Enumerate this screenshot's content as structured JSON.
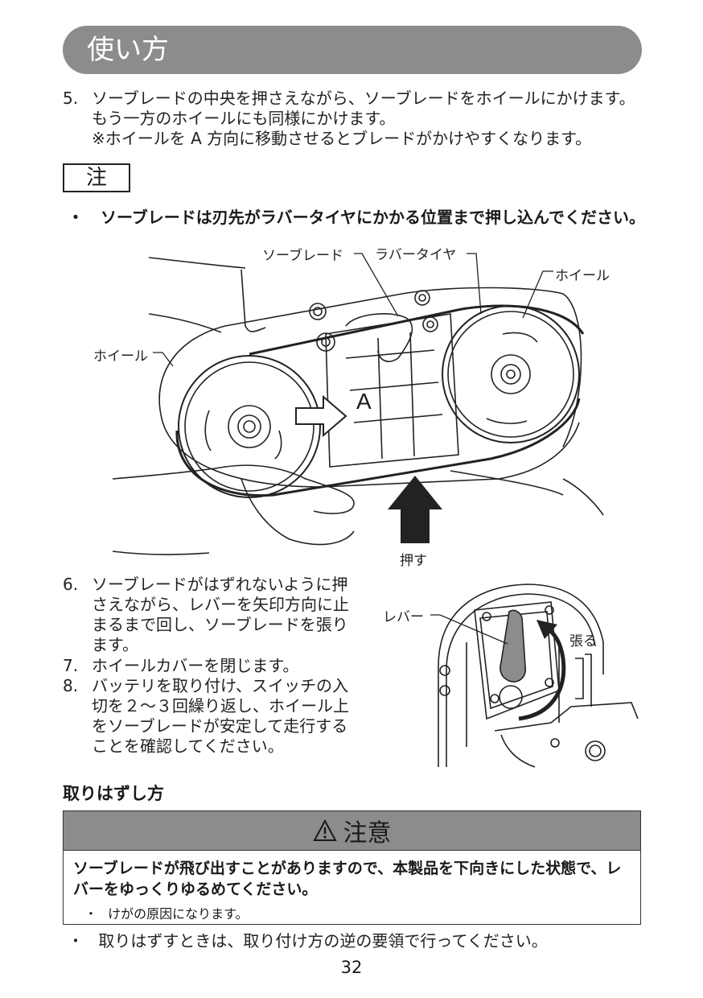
{
  "header": {
    "title": "使い方"
  },
  "step5": {
    "num": "5.",
    "lines": [
      "ソーブレードの中央を押さえながら、ソーブレードをホイールにかけます。",
      "もう一方のホイールにも同様にかけます。",
      "※ホイールを A 方向に移動させるとブレードがかけやすくなります。"
    ]
  },
  "note": {
    "label": "注",
    "bullet": "・",
    "text": "ソーブレードは刃先がラバータイヤにかかる位置まで押し込んでください。"
  },
  "figure1": {
    "labels": {
      "saw_blade": "ソーブレード",
      "rubber_tire": "ラバータイヤ",
      "wheel_right": "ホイール",
      "wheel_left": "ホイール",
      "direction_a": "A",
      "push": "押す"
    }
  },
  "steps": [
    {
      "num": "6.",
      "lines": [
        "ソーブレードがはずれないように押",
        "さえながら、レバーを矢印方向に止",
        "まるまで回し、ソーブレードを張り",
        "ます。"
      ]
    },
    {
      "num": "7.",
      "lines": [
        "ホイールカバーを閉じます。"
      ]
    },
    {
      "num": "8.",
      "lines": [
        "バッテリを取り付け、スイッチの入",
        "切を２～３回繰り返し、ホイール上",
        "をソーブレードが安定して走行する",
        "ことを確認してください。"
      ]
    }
  ],
  "figure2": {
    "labels": {
      "lever": "レバー",
      "tighten": "張る"
    }
  },
  "removal": {
    "heading": "取りはずし方",
    "caution": {
      "icon": "warning-triangle-icon",
      "title": "注意",
      "main": "ソーブレードが飛び出すことがありますので、本製品を下向きにした状態で、レバーをゆっくりゆるめてください。",
      "sub_bullet": "・",
      "sub": "けがの原因になります。"
    },
    "bullet": "・",
    "text": "取りはずすときは、取り付け方の逆の要領で行ってください。"
  },
  "page_number": "32"
}
